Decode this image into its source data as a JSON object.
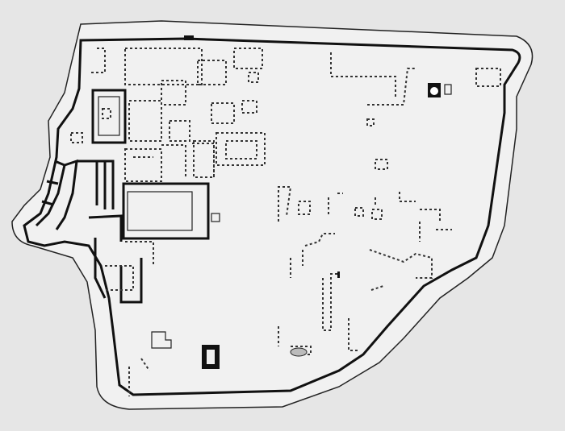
{
  "colors": {
    "background": "#e6e6e6",
    "site_fill": "#efefef",
    "wall": "#111111",
    "outline": "#222222"
  },
  "plan": {
    "outer_boundary": "outer-contour",
    "enclosure_wall": "fortification-wall",
    "structures": "dotted-foundations"
  }
}
